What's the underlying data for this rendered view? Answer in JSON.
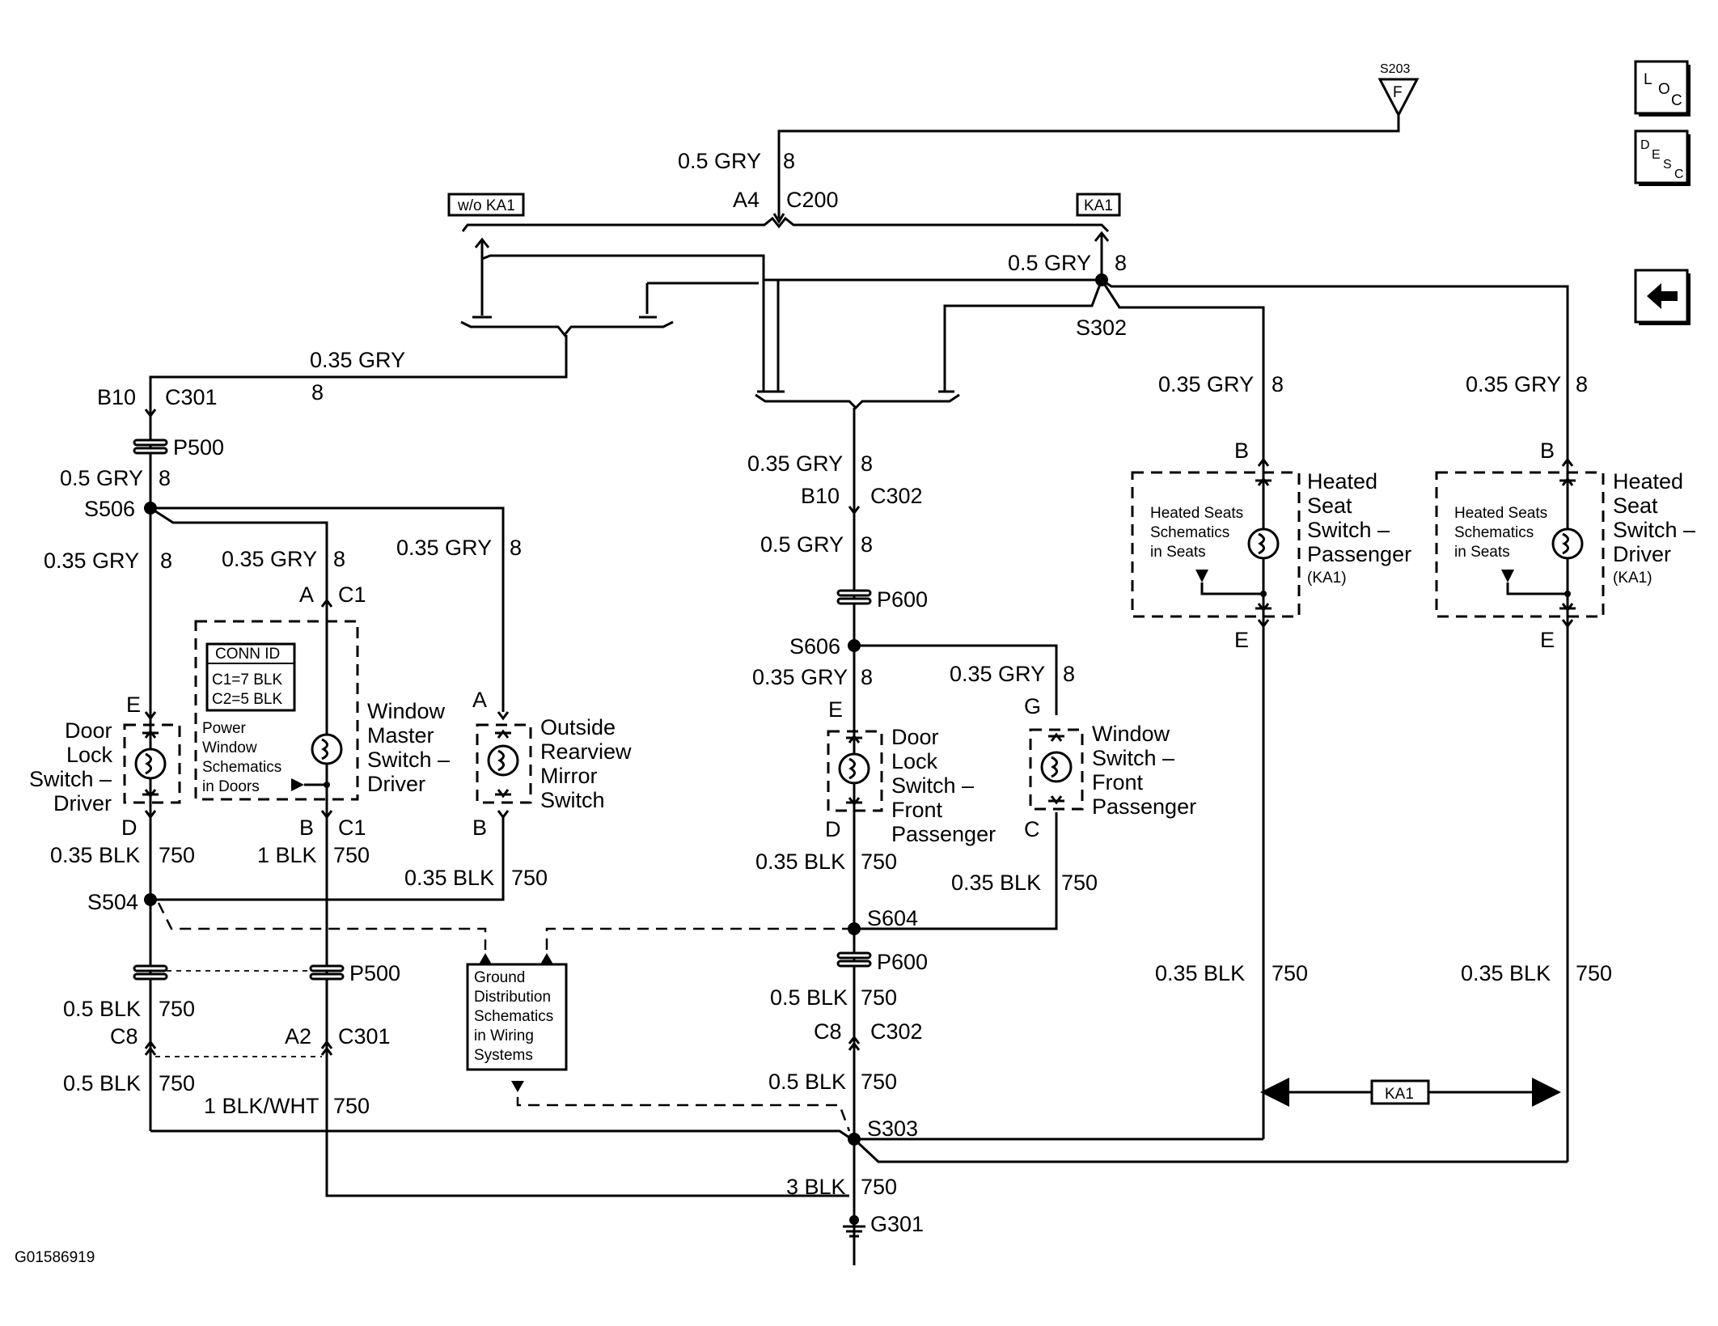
{
  "figure_id": "G01586919",
  "nav": {
    "loc": [
      "L",
      "O",
      "C"
    ],
    "desc": [
      "D",
      "E",
      "S",
      "C"
    ],
    "back_icon": "left-arrow-icon"
  },
  "splices": {
    "s203": "S203",
    "s203_letter": "F",
    "s302": "S302",
    "s506": "S506",
    "s504": "S504",
    "s606": "S606",
    "s604": "S604",
    "s303": "S303"
  },
  "ground": "G301",
  "option_tags": {
    "without_ka1": "w/o KA1",
    "ka1": "KA1",
    "ka1_bottom": "KA1"
  },
  "labels": {
    "c200_wire": "0.5 GRY",
    "c200_circuit": "8",
    "c200_pin": "A4",
    "c200": "C200",
    "s302_wire": "0.5 GRY",
    "s302_circuit": "8",
    "c301_wire": "0.35 GRY",
    "c301_circuit": "8",
    "c301_pin_top": "B10",
    "c301_top": "C301",
    "p500_top": "P500",
    "p500_wire": "0.5 GRY",
    "p500_circuit": "8",
    "left_wire1": "0.35 GRY",
    "left_circuit1": "8",
    "mid_wire1": "0.35 GRY",
    "mid_circuit1": "8",
    "right_wire1": "0.35 GRY",
    "right_circuit1": "8",
    "c1_pin_a": "A",
    "c1_top": "C1",
    "door_pin_e": "E",
    "door_pin_d": "D",
    "mirror_pin_a": "A",
    "mirror_pin_b": "B",
    "c1_pin_b": "B",
    "c1_bottom": "C1",
    "conn_id_title": "CONN ID",
    "conn_id_c1": "C1=7 BLK",
    "conn_id_c2": "C2=5 BLK",
    "power_window_note": [
      "Power",
      "Window",
      "Schematics",
      "in Doors"
    ],
    "door_lock_driver": [
      "Door",
      "Lock",
      "Switch –",
      "Driver"
    ],
    "window_master": [
      "Window",
      "Master",
      "Switch –",
      "Driver"
    ],
    "outside_mirror": [
      "Outside",
      "Rearview",
      "Mirror",
      "Switch"
    ],
    "left_blk_wire": "0.35 BLK",
    "left_blk_circuit": "750",
    "mid_blk_wire": "1 BLK",
    "mid_blk_circuit": "750",
    "mirror_blk_wire": "0.35 BLK",
    "mirror_blk_circuit": "750",
    "p500_bottom": "P500",
    "lower_left_wire": "0.5 BLK",
    "lower_left_circuit": "750",
    "c301_pin_c8": "C8",
    "c301_pin_a2": "A2",
    "c301_bottom": "C301",
    "lower_left_wire2": "0.5 BLK",
    "lower_left_circuit2": "750",
    "blkwht_wire": "1 BLK/WHT",
    "blkwht_circuit": "750",
    "ground_dist": [
      "Ground",
      "Distribution",
      "Schematics",
      "in Wiring",
      "Systems"
    ],
    "c302_top_wire": "0.35 GRY",
    "c302_top_circuit": "8",
    "c302_pin_b10": "B10",
    "c302_top": "C302",
    "p600_top_wire": "0.5 GRY",
    "p600_top_circuit": "8",
    "p600_top": "P600",
    "fp_door_wire": "0.35 GRY",
    "fp_door_circuit": "8",
    "fp_window_wire": "0.35 GRY",
    "fp_window_circuit": "8",
    "fp_door_pin_e": "E",
    "fp_window_pin_g": "G",
    "fp_door_pin_d": "D",
    "fp_window_pin_c": "C",
    "door_lock_fp": [
      "Door",
      "Lock",
      "Switch –",
      "Front",
      "Passenger"
    ],
    "window_fp": [
      "Window",
      "Switch –",
      "Front",
      "Passenger"
    ],
    "fp_door_blk_wire": "0.35 BLK",
    "fp_door_blk_circuit": "750",
    "fp_window_blk_wire": "0.35 BLK",
    "fp_window_blk_circuit": "750",
    "p600_bottom": "P600",
    "p600_bot_wire": "0.5 BLK",
    "p600_bot_circuit": "750",
    "c302_pin_c8": "C8",
    "c302_bottom": "C302",
    "c302_bot_wire": "0.5 BLK",
    "c302_bot_circuit": "750",
    "ground_wire": "3 BLK",
    "ground_circuit": "750",
    "hs_pass_wire": "0.35 GRY",
    "hs_pass_circuit": "8",
    "hs_drv_wire": "0.35 GRY",
    "hs_drv_circuit": "8",
    "hs_pass_pin_b": "B",
    "hs_drv_pin_b": "B",
    "hs_pass_pin_e": "E",
    "hs_drv_pin_e": "E",
    "hs_note_pass": [
      "Heated Seats",
      "Schematics",
      "in Seats"
    ],
    "hs_note_drv": [
      "Heated Seats",
      "Schematics",
      "in Seats"
    ],
    "hs_pass_name": [
      "Heated",
      "Seat",
      "Switch –",
      "Passenger"
    ],
    "hs_pass_opt": "(KA1)",
    "hs_drv_name": [
      "Heated",
      "Seat",
      "Switch –",
      "Driver"
    ],
    "hs_drv_opt": "(KA1)",
    "hs_pass_blk_wire": "0.35 BLK",
    "hs_pass_blk_circuit": "750",
    "hs_drv_blk_wire": "0.35 BLK",
    "hs_drv_blk_circuit": "750"
  }
}
